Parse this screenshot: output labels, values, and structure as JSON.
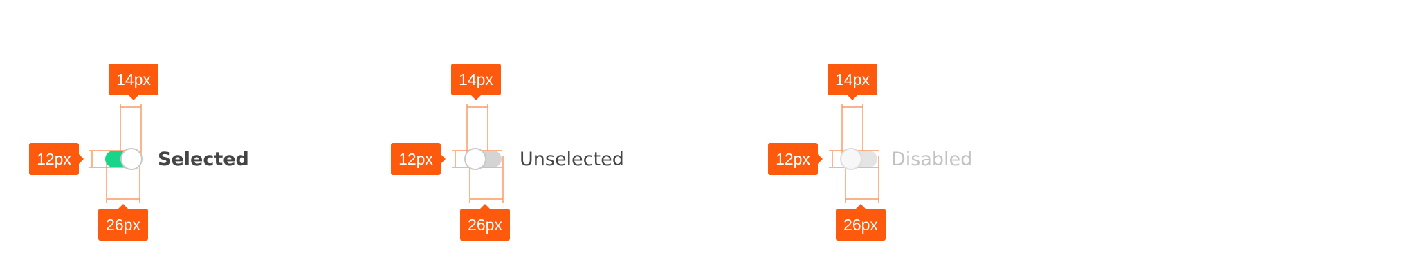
{
  "colors": {
    "annotation": "#fe5a0e",
    "guide": "#fa9a66",
    "track_on": "#19d58a",
    "track_off": "#d4d4d4",
    "track_disabled": "#e4e4e4",
    "knob_border": "#c8c8c8",
    "knob_fill": "#ffffff",
    "label_selected": "#444444",
    "label_unselected": "#444444",
    "label_disabled": "#c2c2c2"
  },
  "specs": [
    {
      "state": "selected",
      "label": "Selected",
      "label_weight": "bold",
      "knob_side": "right",
      "width_tag": "14px",
      "height_tag": "12px",
      "length_tag": "26px"
    },
    {
      "state": "unselected",
      "label": "Unselected",
      "label_weight": "normal",
      "knob_side": "left",
      "width_tag": "14px",
      "height_tag": "12px",
      "length_tag": "26px"
    },
    {
      "state": "disabled",
      "label": "Disabled",
      "label_weight": "normal",
      "knob_side": "left",
      "width_tag": "14px",
      "height_tag": "12px",
      "length_tag": "26px"
    }
  ]
}
